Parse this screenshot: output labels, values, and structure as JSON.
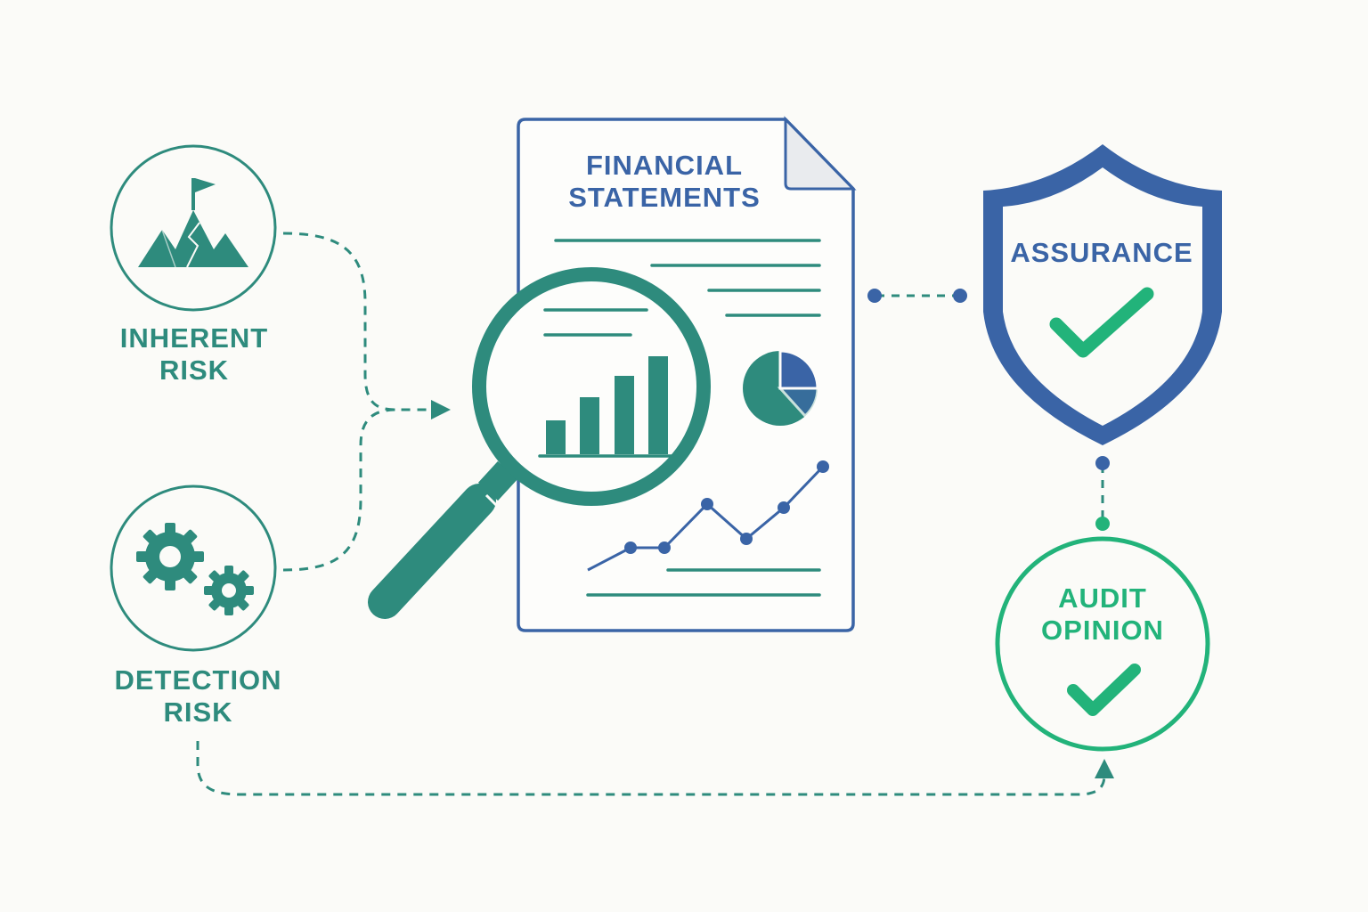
{
  "nodes": {
    "inherent_risk": {
      "line1": "INHERENT",
      "line2": "RISK"
    },
    "detection_risk": {
      "line1": "DETECTION",
      "line2": "RISK"
    },
    "financial_statements": {
      "line1": "FINANCIAL",
      "line2": "STATEMENTS"
    },
    "assurance": {
      "label": "ASSURANCE"
    },
    "audit_opinion": {
      "line1": "AUDIT",
      "line2": "OPINION"
    }
  },
  "icons": {
    "inherent_risk": "mountain-flag-icon",
    "detection_risk": "gears-icon",
    "financial_statements": "document-icon",
    "magnifier": "magnifying-glass-icon",
    "assurance": "shield-check-icon",
    "audit_opinion": "check-icon"
  },
  "colors": {
    "teal": "#2e8b7d",
    "blue": "#3a64a6",
    "green": "#22b37a",
    "background": "#fbfbf8"
  }
}
